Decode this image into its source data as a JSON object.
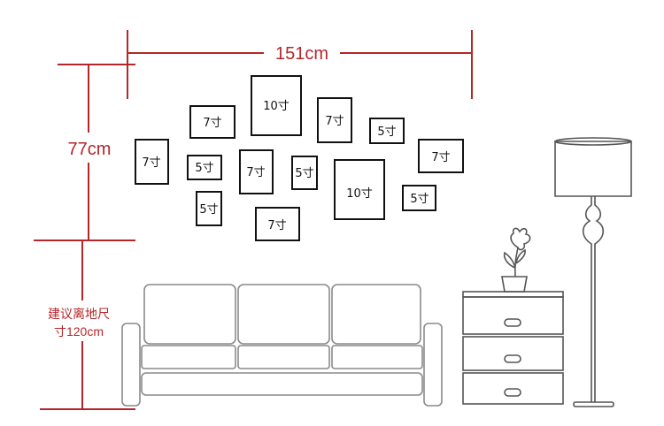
{
  "dimensions": {
    "width_label": "151cm",
    "height_label": "77cm",
    "floor_label_line1": "建议离地尺",
    "floor_label_line2": "寸120cm"
  },
  "frames": [
    {
      "label": "10寸"
    },
    {
      "label": "7寸"
    },
    {
      "label": "7寸"
    },
    {
      "label": "5寸"
    },
    {
      "label": "7寸"
    },
    {
      "label": "5寸"
    },
    {
      "label": "7寸"
    },
    {
      "label": "5寸"
    },
    {
      "label": "5寸"
    },
    {
      "label": "10寸"
    },
    {
      "label": "5寸"
    },
    {
      "label": "7寸"
    },
    {
      "label": "7寸"
    }
  ],
  "colors": {
    "dimension_red": "#b5262a",
    "frame_black": "#111111",
    "furniture_gray": "#8a8a8a"
  }
}
